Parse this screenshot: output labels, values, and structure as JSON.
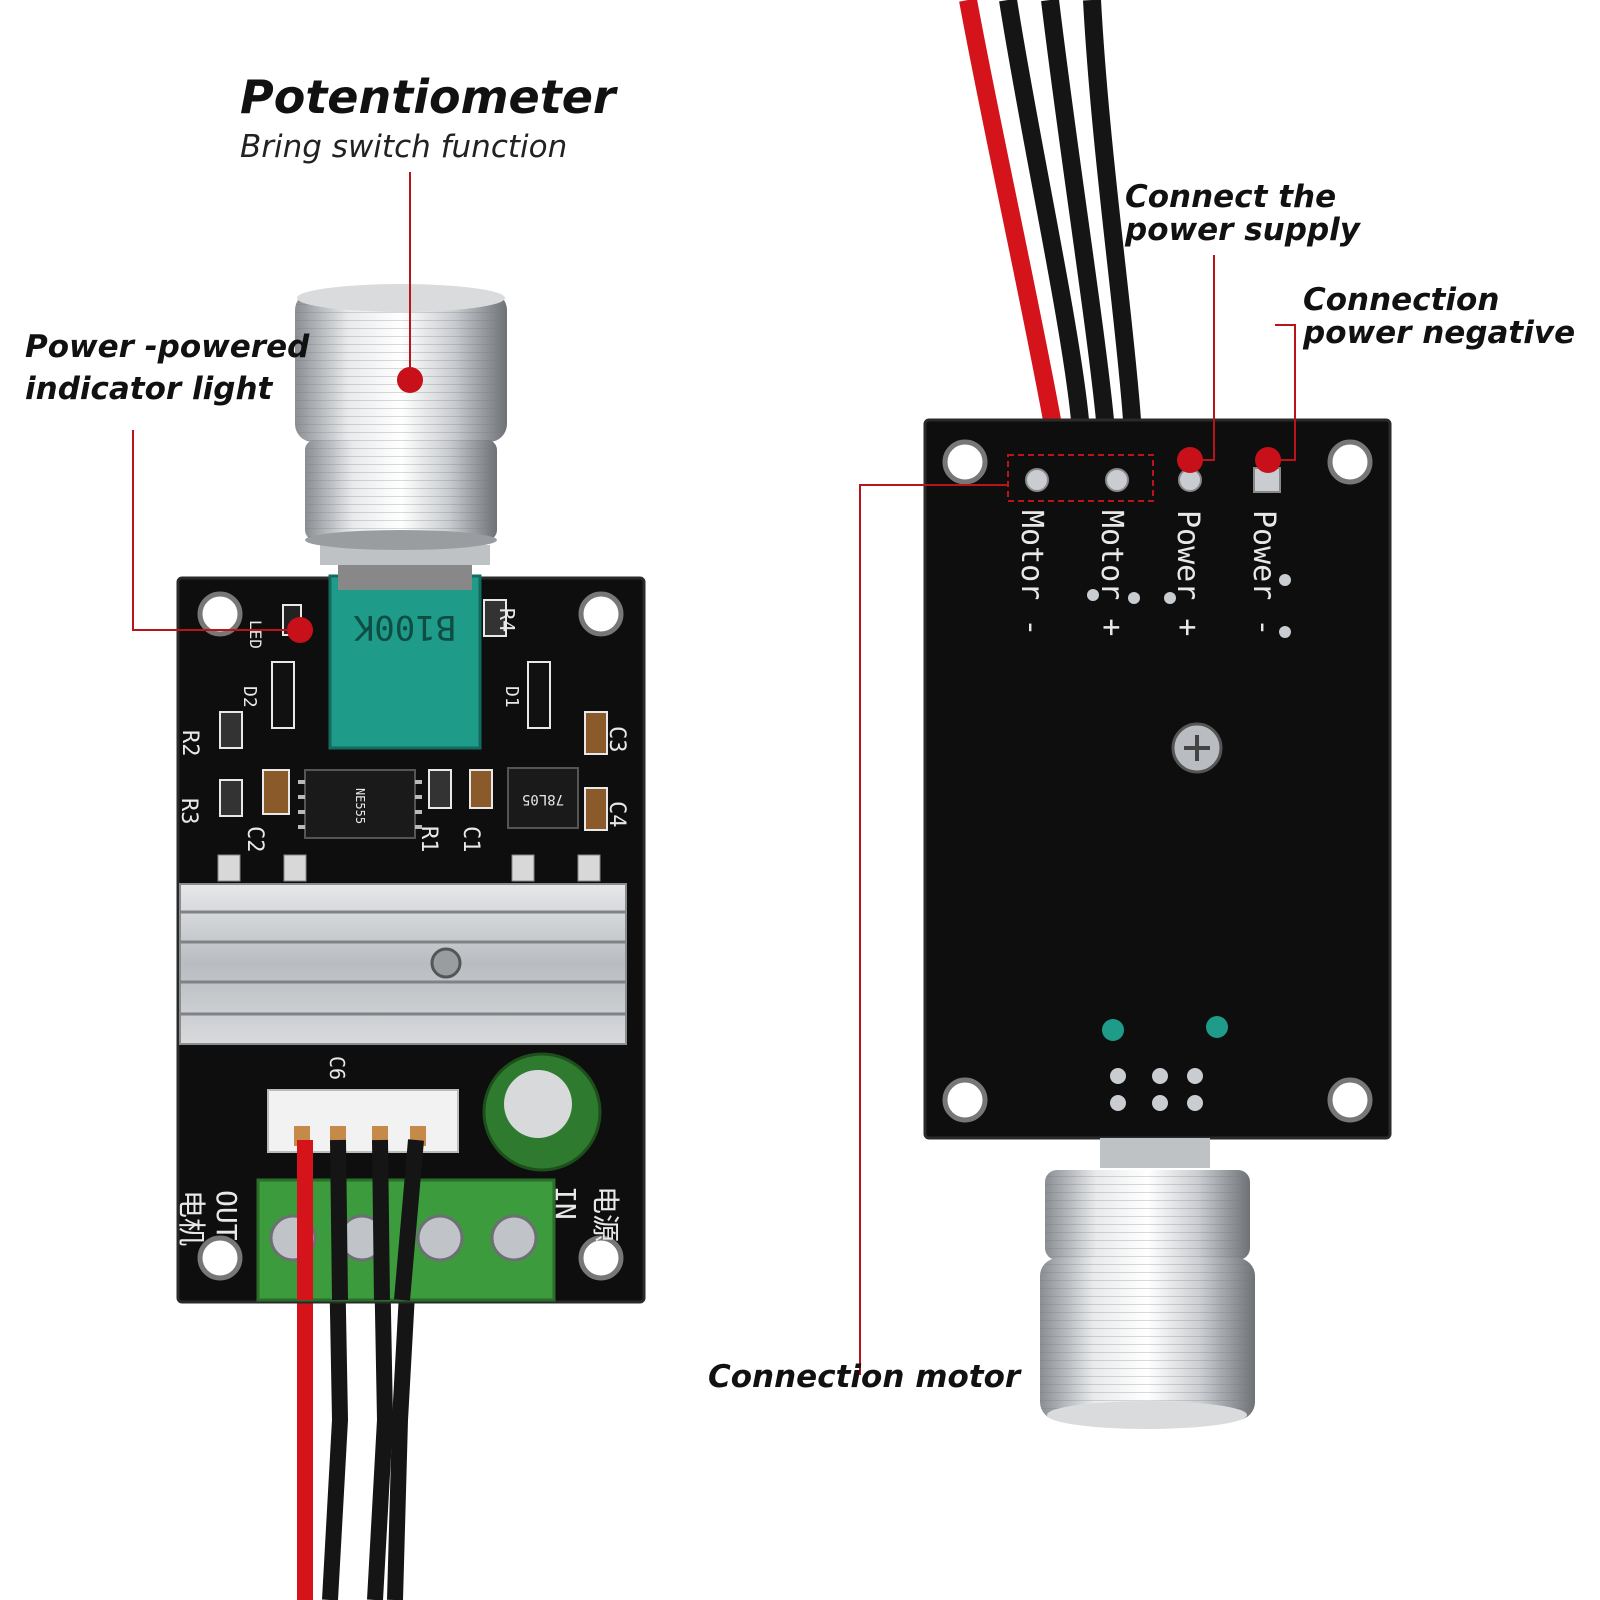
{
  "colors": {
    "leader": "#b8141a",
    "dot": "#c8101a",
    "pcb": "#0e0e0e",
    "pot_body": "#1f9b8a",
    "terminal": "#3c9b3c",
    "heatsink": "#c9ccd0",
    "wire_red": "#d4141a",
    "wire_black": "#151515"
  },
  "callouts": {
    "potentiometer": {
      "title": "Potentiometer",
      "subtitle": "Bring switch function"
    },
    "indicator": {
      "line1": "Power -powered",
      "line2": "indicator light"
    },
    "power_supply": {
      "line1": "Connect the",
      "line2": "power supply"
    },
    "power_negative": {
      "line1": "Connection",
      "line2": "power negative"
    },
    "motor": {
      "label": "Connection motor"
    }
  },
  "front_board": {
    "pot_marking": "B100K",
    "ic_marking": "NE555",
    "regulator_marking": "78L05",
    "silk": {
      "led": "LED",
      "r1": "R1",
      "r2": "R2",
      "r3": "R3",
      "r4": "R4",
      "c1": "C1",
      "c2": "C2",
      "c3": "C3",
      "c4": "C4",
      "c6": "C6",
      "d1": "D1",
      "d2": "D2",
      "out": "OUT",
      "out_cn": "电机",
      "in": "IN",
      "in_cn": "电源"
    }
  },
  "back_board": {
    "pads": [
      "Motor -",
      "Motor +",
      "Power +",
      "Power -"
    ]
  }
}
